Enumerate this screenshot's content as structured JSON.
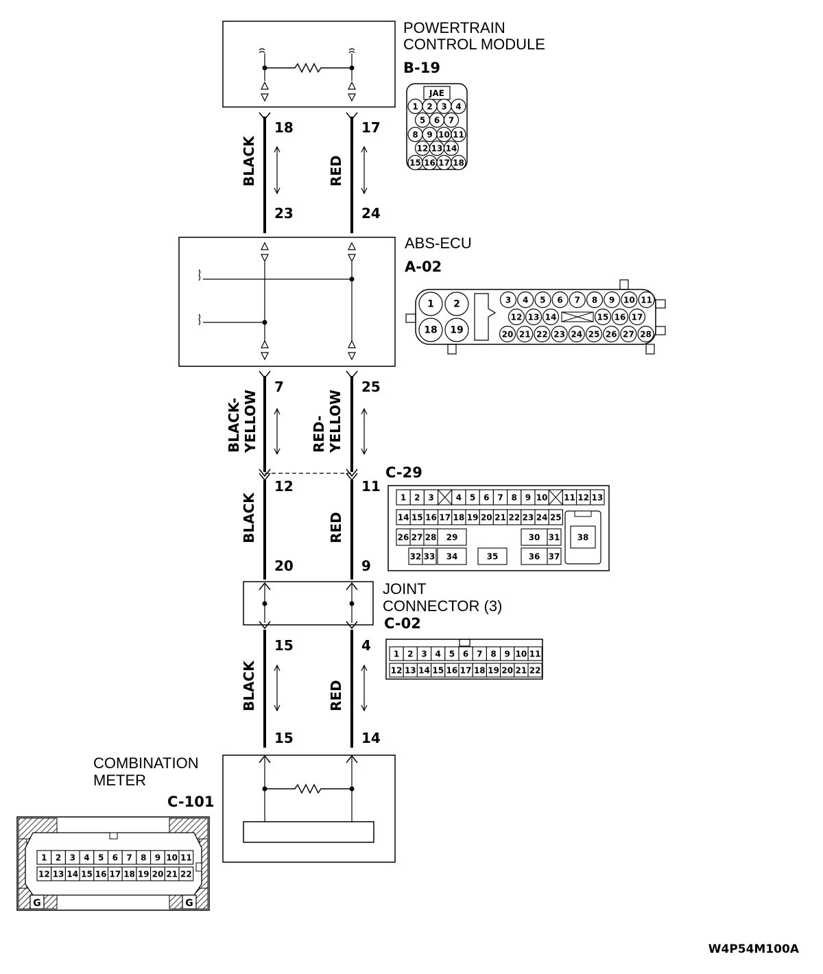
{
  "components": {
    "pcm": {
      "name_line1": "POWERTRAIN",
      "name_line2": "CONTROL MODULE",
      "connector": "B-19",
      "maker": "JAE",
      "pin_rows": [
        [
          "1",
          "2",
          "3",
          "4"
        ],
        [
          "5",
          "6",
          "7"
        ],
        [
          "8",
          "9",
          "10",
          "11"
        ],
        [
          "12",
          "13",
          "14"
        ],
        [
          "15",
          "16",
          "17",
          "18"
        ]
      ]
    },
    "abs_ecu": {
      "name": "ABS-ECU",
      "connector": "A-02",
      "big_pins": [
        "1",
        "2",
        "18",
        "19"
      ],
      "row1": [
        "3",
        "4",
        "5",
        "6",
        "7",
        "8",
        "9",
        "10",
        "11"
      ],
      "row2a": [
        "12",
        "13",
        "14"
      ],
      "row2b": [
        "15",
        "16",
        "17"
      ],
      "row3": [
        "20",
        "21",
        "22",
        "23",
        "24",
        "25",
        "26",
        "27",
        "28"
      ]
    },
    "c29": {
      "connector": "C-29",
      "row1": [
        "1",
        "2",
        "3",
        "",
        "4",
        "5",
        "6",
        "7",
        "8",
        "9",
        "10",
        "",
        "11",
        "12",
        "13"
      ],
      "row2": [
        "14",
        "15",
        "16",
        "17",
        "18",
        "19",
        "20",
        "21",
        "22",
        "23",
        "24",
        "25"
      ],
      "row3": [
        "26",
        "27",
        "28",
        "29",
        "30",
        "31"
      ],
      "row4": [
        "32",
        "33",
        "34",
        "35",
        "36",
        "37"
      ],
      "big": "38"
    },
    "joint": {
      "name_line1": "JOINT",
      "name_line2": "CONNECTOR (3)",
      "connector": "C-02",
      "row1": [
        "1",
        "2",
        "3",
        "4",
        "5",
        "6",
        "7",
        "8",
        "9",
        "10",
        "11"
      ],
      "row2": [
        "12",
        "13",
        "14",
        "15",
        "16",
        "17",
        "18",
        "19",
        "20",
        "21",
        "22"
      ]
    },
    "meter": {
      "name_line1": "COMBINATION",
      "name_line2": "METER",
      "connector": "C-101",
      "row1": [
        "1",
        "2",
        "3",
        "4",
        "5",
        "6",
        "7",
        "8",
        "9",
        "10",
        "11"
      ],
      "row2": [
        "12",
        "13",
        "14",
        "15",
        "16",
        "17",
        "18",
        "19",
        "20",
        "21",
        "22"
      ],
      "ground": "G"
    }
  },
  "wires": {
    "seg1": {
      "left_color": "BLACK",
      "right_color": "RED",
      "left_top_pin": "18",
      "right_top_pin": "17",
      "left_bottom_pin": "23",
      "right_bottom_pin": "24"
    },
    "seg2": {
      "left_color_line1": "BLACK-",
      "left_color_line2": "YELLOW",
      "right_color_line1": "RED-",
      "right_color_line2": "YELLOW",
      "left_top_pin": "7",
      "right_top_pin": "25",
      "left_bottom_pin": "12",
      "right_bottom_pin": "11"
    },
    "seg3": {
      "left_color": "BLACK",
      "right_color": "RED",
      "left_bottom_pin": "20",
      "right_bottom_pin": "9"
    },
    "seg4": {
      "left_color": "BLACK",
      "right_color": "RED",
      "left_top_pin": "15",
      "right_top_pin": "4",
      "left_bottom_pin": "15",
      "right_bottom_pin": "14"
    }
  },
  "drawing_ref": "W4P54M100A"
}
